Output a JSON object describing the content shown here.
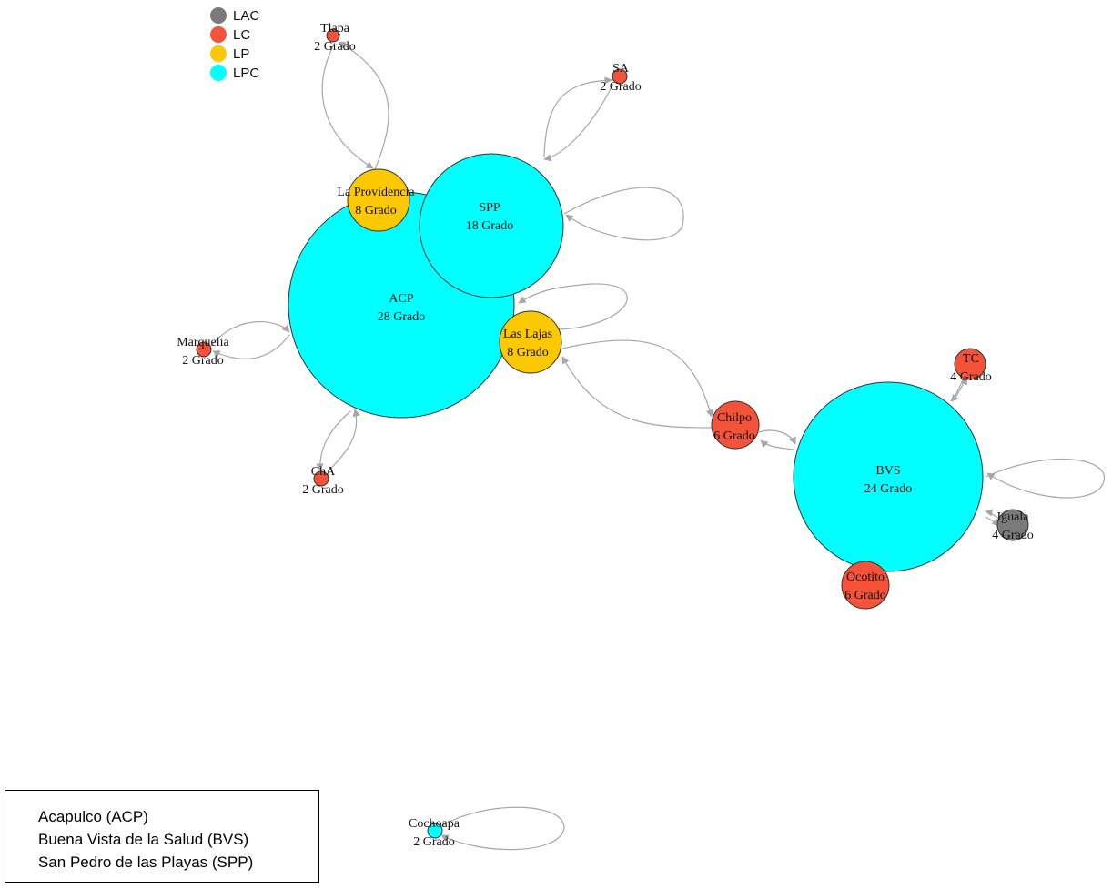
{
  "colors": {
    "LAC": "#7a7a7a",
    "LC": "#f4533a",
    "LP": "#fcc800",
    "LPC": "#00ffff",
    "edge": "#a6a6a6"
  },
  "legend": {
    "items": [
      {
        "key": "LAC",
        "label": "LAC"
      },
      {
        "key": "LC",
        "label": "LC"
      },
      {
        "key": "LP",
        "label": "LP"
      },
      {
        "key": "LPC",
        "label": "LPC"
      }
    ]
  },
  "nodes": [
    {
      "id": "ACP",
      "name": "ACP",
      "degree": "28 Grado",
      "group": "LPC"
    },
    {
      "id": "SPP",
      "name": "SPP",
      "degree": "18 Grado",
      "group": "LPC"
    },
    {
      "id": "BVS",
      "name": "BVS",
      "degree": "24 Grado",
      "group": "LPC"
    },
    {
      "id": "LaProvidencia",
      "name": "La Providencia",
      "degree": "8 Grado",
      "group": "LP"
    },
    {
      "id": "LasLajas",
      "name": "Las Lajas",
      "degree": "8 Grado",
      "group": "LP"
    },
    {
      "id": "Chilpo",
      "name": "Chilpo",
      "degree": "6 Grado",
      "group": "LC"
    },
    {
      "id": "Ocotito",
      "name": "Ocotito",
      "degree": "6 Grado",
      "group": "LC"
    },
    {
      "id": "Tlapa",
      "name": "Tlapa",
      "degree": "2 Grado",
      "group": "LC"
    },
    {
      "id": "SA",
      "name": "SA",
      "degree": "2 Grado",
      "group": "LC"
    },
    {
      "id": "Marquelia",
      "name": "Marquelia",
      "degree": "2 Grado",
      "group": "LC"
    },
    {
      "id": "ChA",
      "name": "ChA",
      "degree": "2 Grado",
      "group": "LC"
    },
    {
      "id": "TC",
      "name": "TC",
      "degree": "4 Grado",
      "group": "LC"
    },
    {
      "id": "Iguala",
      "name": "Iguala",
      "degree": "4 Grado",
      "group": "LAC"
    },
    {
      "id": "Cochoapa",
      "name": "Cochoapa",
      "degree": "2 Grado",
      "group": "LPC"
    }
  ],
  "edges": [
    {
      "from": "Tlapa",
      "to": "LaProvidencia"
    },
    {
      "from": "LaProvidencia",
      "to": "Tlapa"
    },
    {
      "from": "SA",
      "to": "SPP"
    },
    {
      "from": "SPP",
      "to": "SA"
    },
    {
      "from": "SPP",
      "to": "SPP"
    },
    {
      "from": "LasLajas",
      "to": "LasLajas"
    },
    {
      "from": "Marquelia",
      "to": "ACP"
    },
    {
      "from": "ACP",
      "to": "Marquelia"
    },
    {
      "from": "ChA",
      "to": "ACP"
    },
    {
      "from": "ACP",
      "to": "ChA"
    },
    {
      "from": "LasLajas",
      "to": "Chilpo"
    },
    {
      "from": "Chilpo",
      "to": "LasLajas"
    },
    {
      "from": "Chilpo",
      "to": "BVS"
    },
    {
      "from": "BVS",
      "to": "Chilpo"
    },
    {
      "from": "TC",
      "to": "BVS"
    },
    {
      "from": "BVS",
      "to": "TC"
    },
    {
      "from": "BVS",
      "to": "BVS"
    },
    {
      "from": "Iguala",
      "to": "BVS"
    },
    {
      "from": "BVS",
      "to": "Iguala"
    },
    {
      "from": "Cochoapa",
      "to": "Cochoapa"
    }
  ],
  "abbreviations": [
    "Acapulco (ACP)",
    "Buena Vista de la Salud (BVS)",
    "San Pedro de las Playas (SPP)"
  ]
}
